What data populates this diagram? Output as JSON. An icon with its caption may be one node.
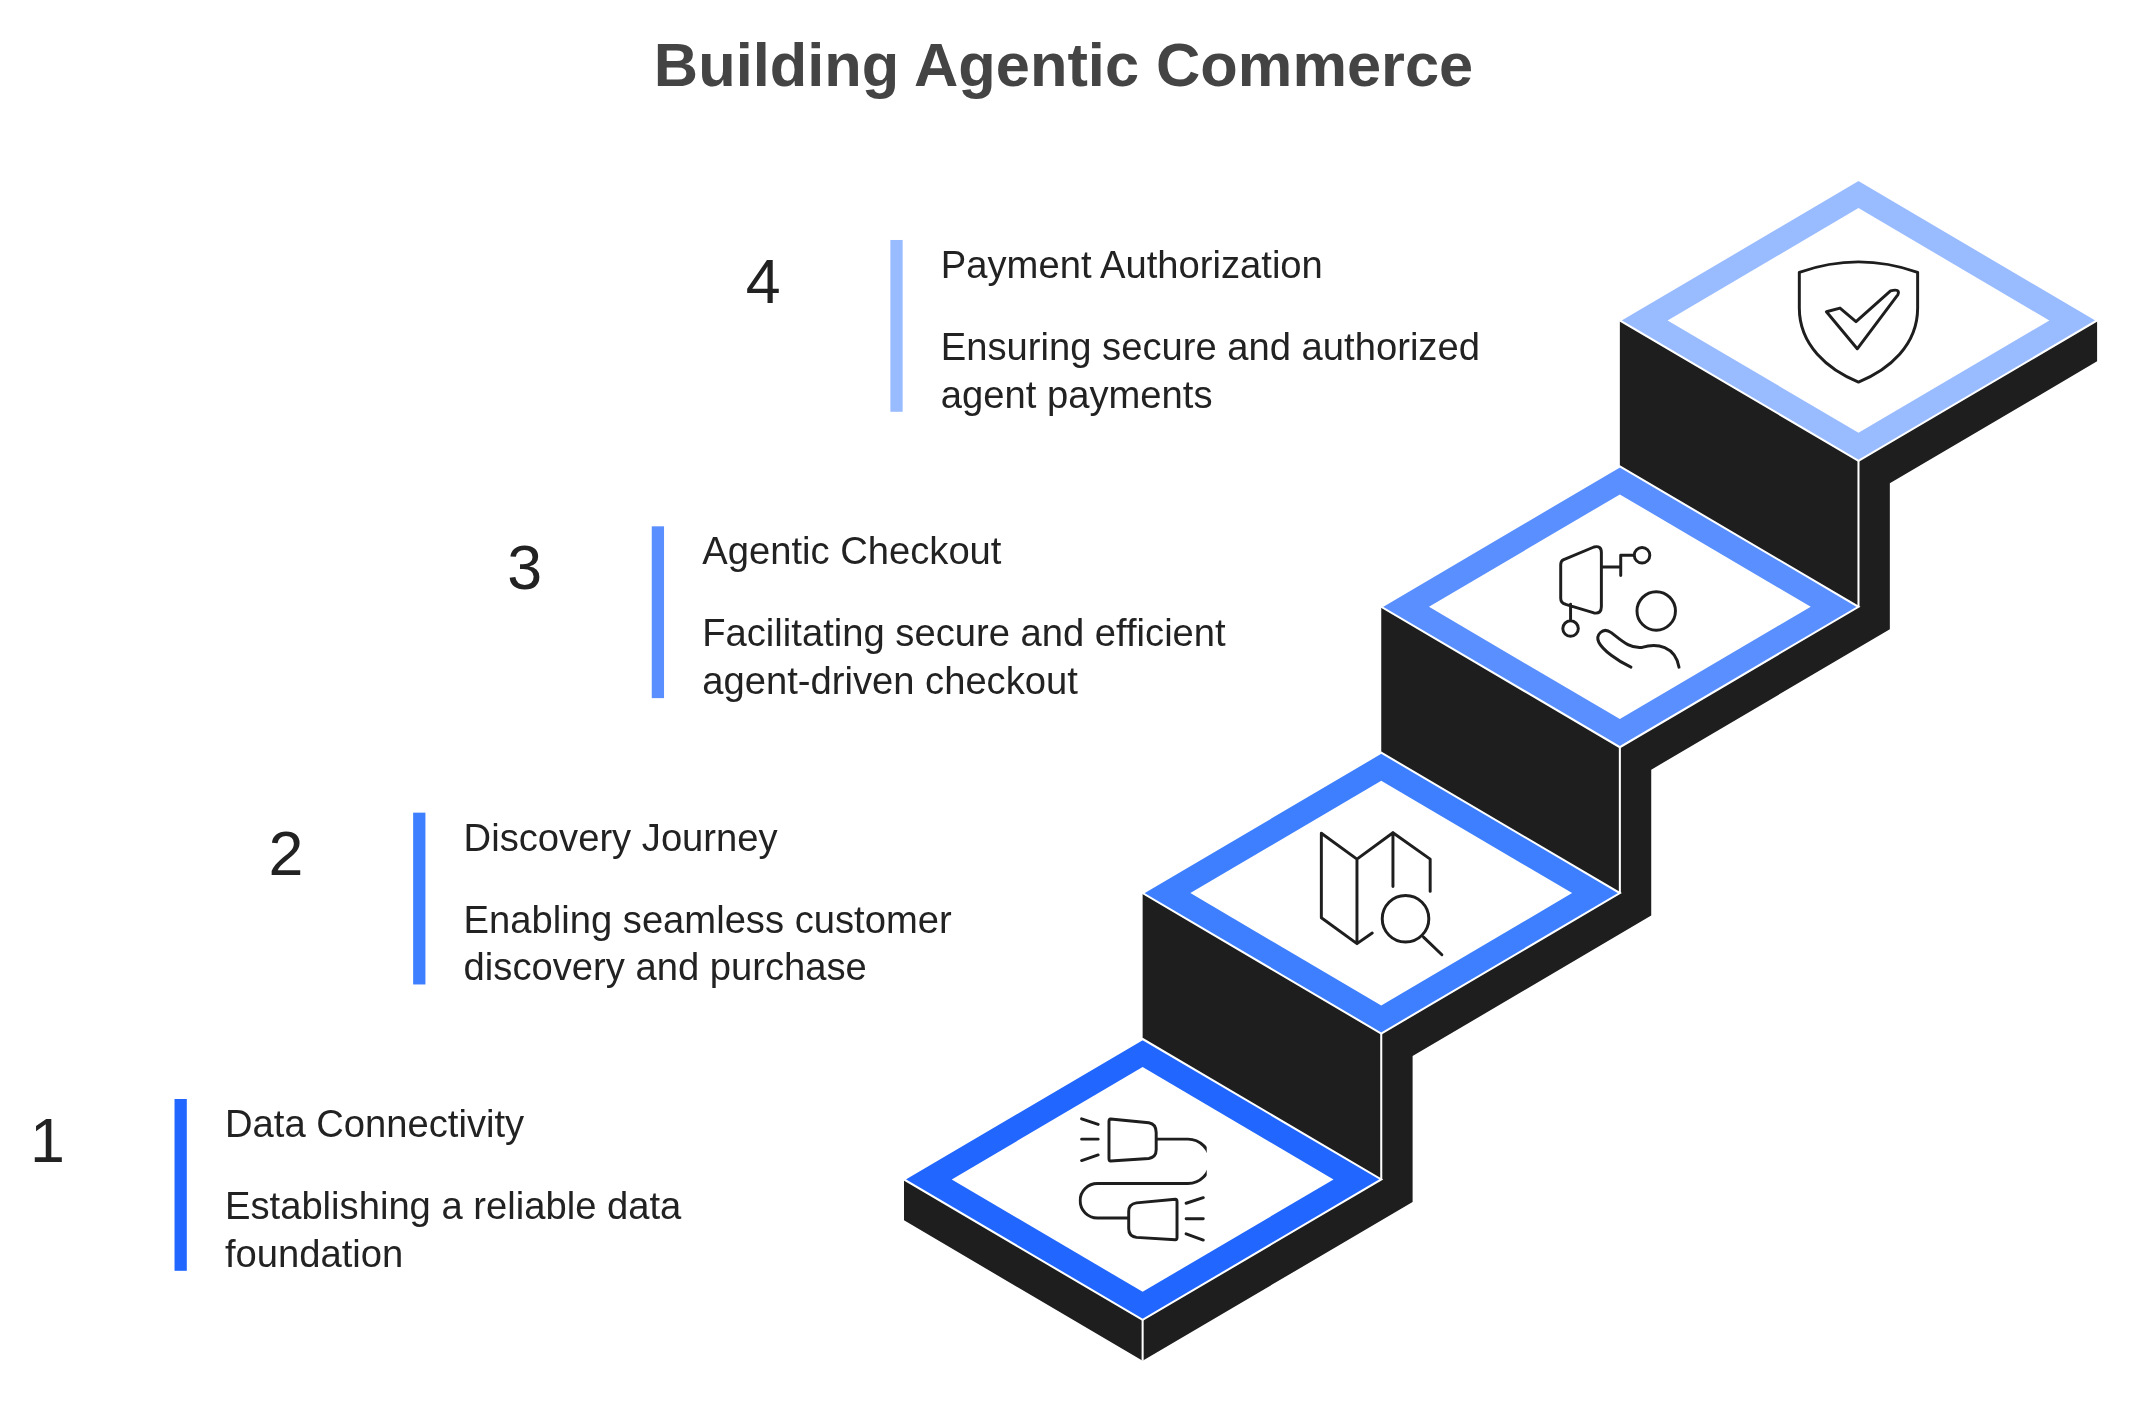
{
  "diagram": {
    "title": "Building Agentic Commerce",
    "labels": [
      "4",
      "Payment Authorization",
      "Ensuring secure and authorized agent payments",
      "3",
      "Agentic Checkout",
      "Facilitating secure and efficient agent-driven checkout",
      "2",
      "Discovery Journey",
      "Enabling seamless customer discovery and purchase",
      "1",
      "Data Connectivity",
      "Establishing a reliable data foundation"
    ]
  }
}
